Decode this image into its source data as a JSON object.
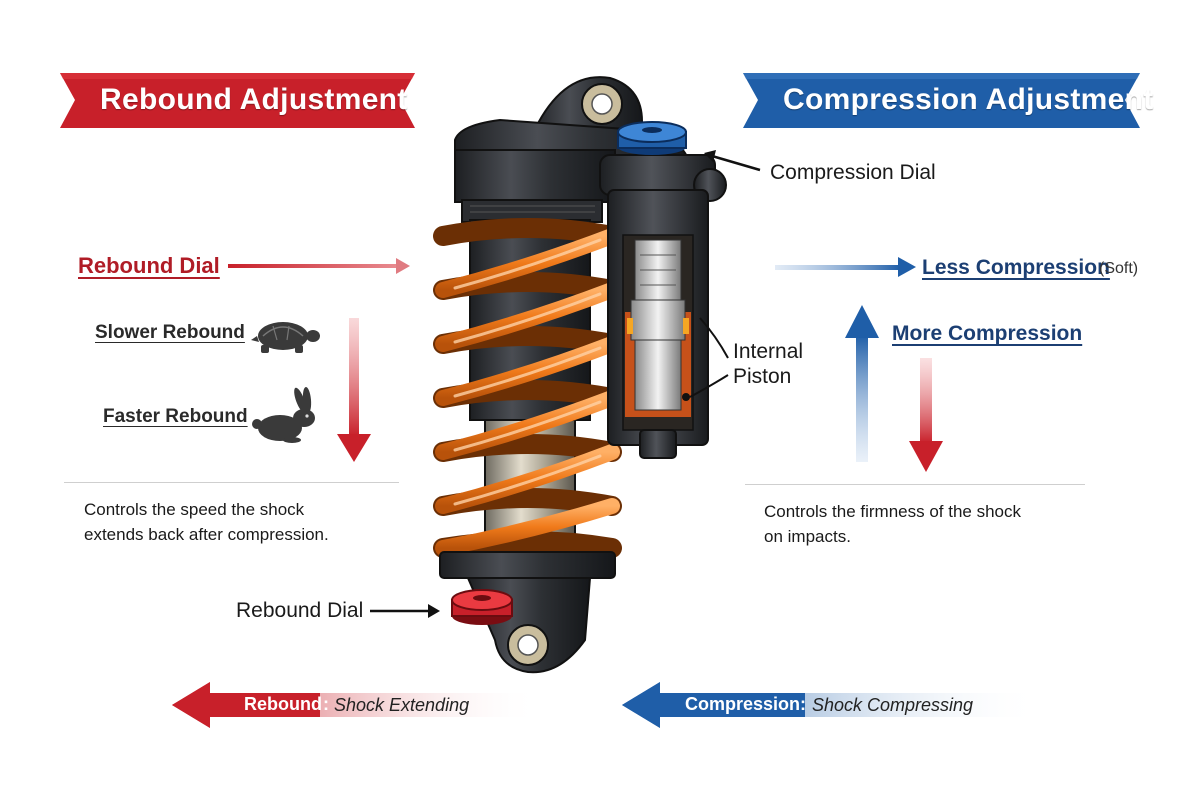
{
  "colors": {
    "rebound_red": "#c8202a",
    "compression_blue": "#1f5ea8",
    "spring_orange": "#f07a1a",
    "body_dark": "#2b2d31"
  },
  "left": {
    "banner": "Rebound Adjustment",
    "dial_label": "Rebound Dial",
    "slower": "Slower Rebound",
    "faster": "Faster Rebound",
    "slower_icon": "turtle-icon",
    "faster_icon": "rabbit-icon",
    "description": [
      "Controls the speed the shock",
      "extends back after compression."
    ]
  },
  "right": {
    "banner": "Compression Adjustment",
    "less": "Less Compression",
    "soft": "(Soft)",
    "more": "More Compression",
    "description": [
      "Controls the firmness of the shock",
      "on impacts."
    ]
  },
  "callouts": {
    "compression_dial": "Compression Dial",
    "internal_piston": [
      "Internal",
      "Piston"
    ],
    "rebound_dial_bottom": "Rebound Dial"
  },
  "footer": {
    "rebound_bold": "Rebound",
    "rebound_sep": ":",
    "rebound_rest": "Shock Extending",
    "compression_bold": "Compression:",
    "compression_rest": "Shock Compressing"
  }
}
